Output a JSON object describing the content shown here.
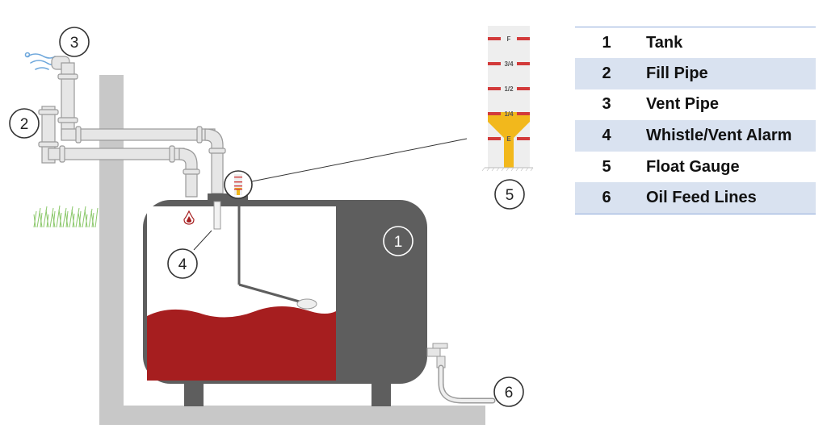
{
  "callouts": {
    "tank": "1",
    "fill_pipe": "2",
    "vent_pipe": "3",
    "vent_alarm": "4",
    "float_gauge": "5",
    "oil_feed_lines": "6"
  },
  "gauge": {
    "labels": [
      "F",
      "3/4",
      "1/2",
      "1/4",
      "E"
    ],
    "oil_level_fraction": 0.25
  },
  "legend": [
    {
      "num": "1",
      "label": "Tank"
    },
    {
      "num": "2",
      "label": "Fill Pipe"
    },
    {
      "num": "3",
      "label": "Vent Pipe"
    },
    {
      "num": "4",
      "label": "Whistle/Vent Alarm"
    },
    {
      "num": "5",
      "label": "Float Gauge"
    },
    {
      "num": "6",
      "label": "Oil Feed Lines"
    }
  ],
  "colors": {
    "tank_body": "#5e5e5e",
    "oil": "#a61e1f",
    "wall": "#c8c8c8",
    "pipe": "#e6e6e6",
    "gauge_mark": "#d23a3a",
    "gauge_fill": "#f2b81c",
    "legend_shade": "#d9e2f0",
    "legend_rule": "#8eaadb",
    "grass": "#8bc86a",
    "wind": "#6fa8dc"
  }
}
